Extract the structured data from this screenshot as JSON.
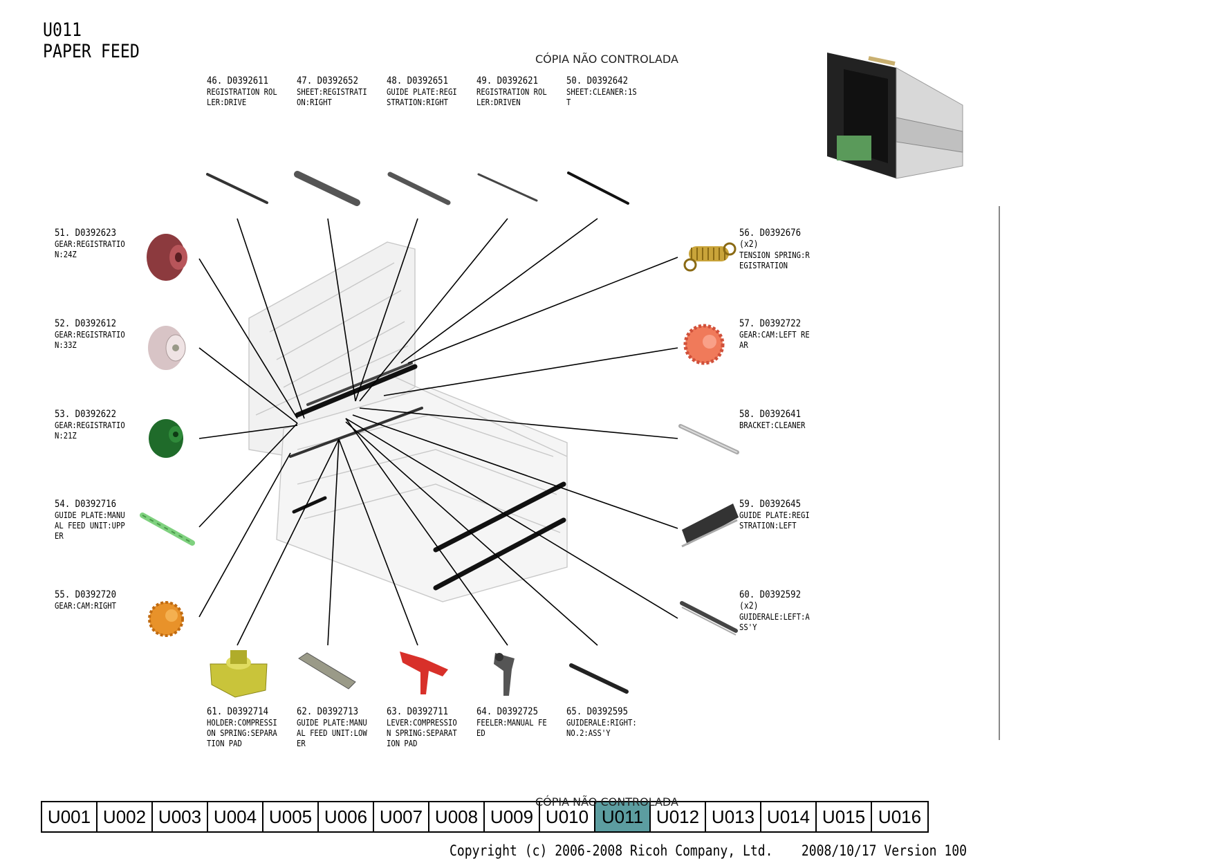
{
  "header": {
    "code": "U011",
    "title": "PAPER FEED",
    "watermark": "CÓPIA NÃO CONTROLADA"
  },
  "parts": [
    {
      "pn": "46. D0392611",
      "qty": "",
      "desc": "REGISTRATION ROL\nLER:DRIVE"
    },
    {
      "pn": "47. D0392652",
      "qty": "",
      "desc": "SHEET:REGISTRATI\nON:RIGHT"
    },
    {
      "pn": "48. D0392651",
      "qty": "",
      "desc": "GUIDE PLATE:REGI\nSTRATION:RIGHT"
    },
    {
      "pn": "49. D0392621",
      "qty": "",
      "desc": "REGISTRATION ROL\nLER:DRIVEN"
    },
    {
      "pn": "50. D0392642",
      "qty": "",
      "desc": "SHEET:CLEANER:1S\nT"
    },
    {
      "pn": "51. D0392623",
      "qty": "",
      "desc": "GEAR:REGISTRATIO\nN:24Z"
    },
    {
      "pn": "52. D0392612",
      "qty": "",
      "desc": "GEAR:REGISTRATIO\nN:33Z"
    },
    {
      "pn": "53. D0392622",
      "qty": "",
      "desc": "GEAR:REGISTRATIO\nN:21Z"
    },
    {
      "pn": "54. D0392716",
      "qty": "",
      "desc": "GUIDE PLATE:MANU\nAL FEED UNIT:UPP\nER"
    },
    {
      "pn": "55. D0392720",
      "qty": "",
      "desc": "GEAR:CAM:RIGHT"
    },
    {
      "pn": "56. D0392676",
      "qty": "(x2)",
      "desc": "TENSION SPRING:R\nEGISTRATION"
    },
    {
      "pn": "57. D0392722",
      "qty": "",
      "desc": "GEAR:CAM:LEFT RE\nAR"
    },
    {
      "pn": "58. D0392641",
      "qty": "",
      "desc": "BRACKET:CLEANER"
    },
    {
      "pn": "59. D0392645",
      "qty": "",
      "desc": "GUIDE PLATE:REGI\nSTRATION:LEFT"
    },
    {
      "pn": "60. D0392592",
      "qty": "(x2)",
      "desc": "GUIDERALE:LEFT:A\nSS'Y"
    },
    {
      "pn": "61. D0392714",
      "qty": "",
      "desc": "HOLDER:COMPRESSI\nON SPRING:SEPARA\nTION PAD"
    },
    {
      "pn": "62. D0392713",
      "qty": "",
      "desc": "GUIDE PLATE:MANU\nAL FEED UNIT:LOW\nER"
    },
    {
      "pn": "63. D0392711",
      "qty": "",
      "desc": "LEVER:COMPRESSIO\nN SPRING:SEPARAT\nION PAD"
    },
    {
      "pn": "64. D0392725",
      "qty": "",
      "desc": "FEELER:MANUAL FE\nED"
    },
    {
      "pn": "65. D0392595",
      "qty": "",
      "desc": "GUIDERALE:RIGHT:\nNO.2:ASS'Y"
    }
  ],
  "nav": {
    "tabs": [
      "U001",
      "U002",
      "U003",
      "U004",
      "U005",
      "U006",
      "U007",
      "U008",
      "U009",
      "U010",
      "U011",
      "U012",
      "U013",
      "U014",
      "U015",
      "U016"
    ],
    "active": "U011"
  },
  "footer": {
    "copyright": "Copyright (c) 2006-2008 Ricoh Company, Ltd.",
    "version": "2008/10/17 Version 100"
  },
  "colors": {
    "gear_24z": "#8c3a3e",
    "gear_33z": "#d8c4c6",
    "gear_21z": "#1f6b2a",
    "guide_manual_upper": "#7fd17f",
    "gear_cam_right": "#e8922a",
    "tension_spring": "#c9a43a",
    "gear_cam_left_rear": "#f07a5a",
    "holder": "#c9c43a",
    "lever": "#d8302a",
    "active_tab": "#5c9da0"
  }
}
